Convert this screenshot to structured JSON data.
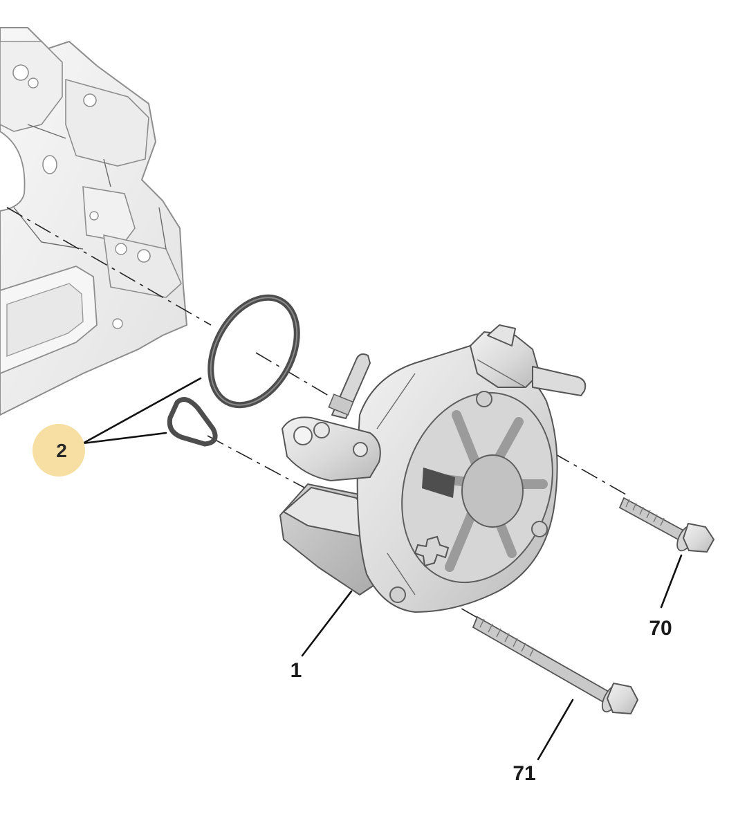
{
  "callouts": {
    "pump": "1",
    "seals": "2",
    "upper_screw": "70",
    "lower_screw": "71"
  },
  "colors": {
    "highlight_badge": "#f7dfa3",
    "part_fill": "#e4e4e4",
    "part_shade": "#c8c8c8",
    "seal": "#4d4d4d"
  },
  "icons": {
    "engine_block": "engine-block-illustration",
    "vacuum_pump": "vacuum-pump-illustration",
    "o_ring": "o-ring-seal-illustration",
    "gasket": "gasket-seal-illustration",
    "bolt": "flange-bolt-illustration"
  }
}
